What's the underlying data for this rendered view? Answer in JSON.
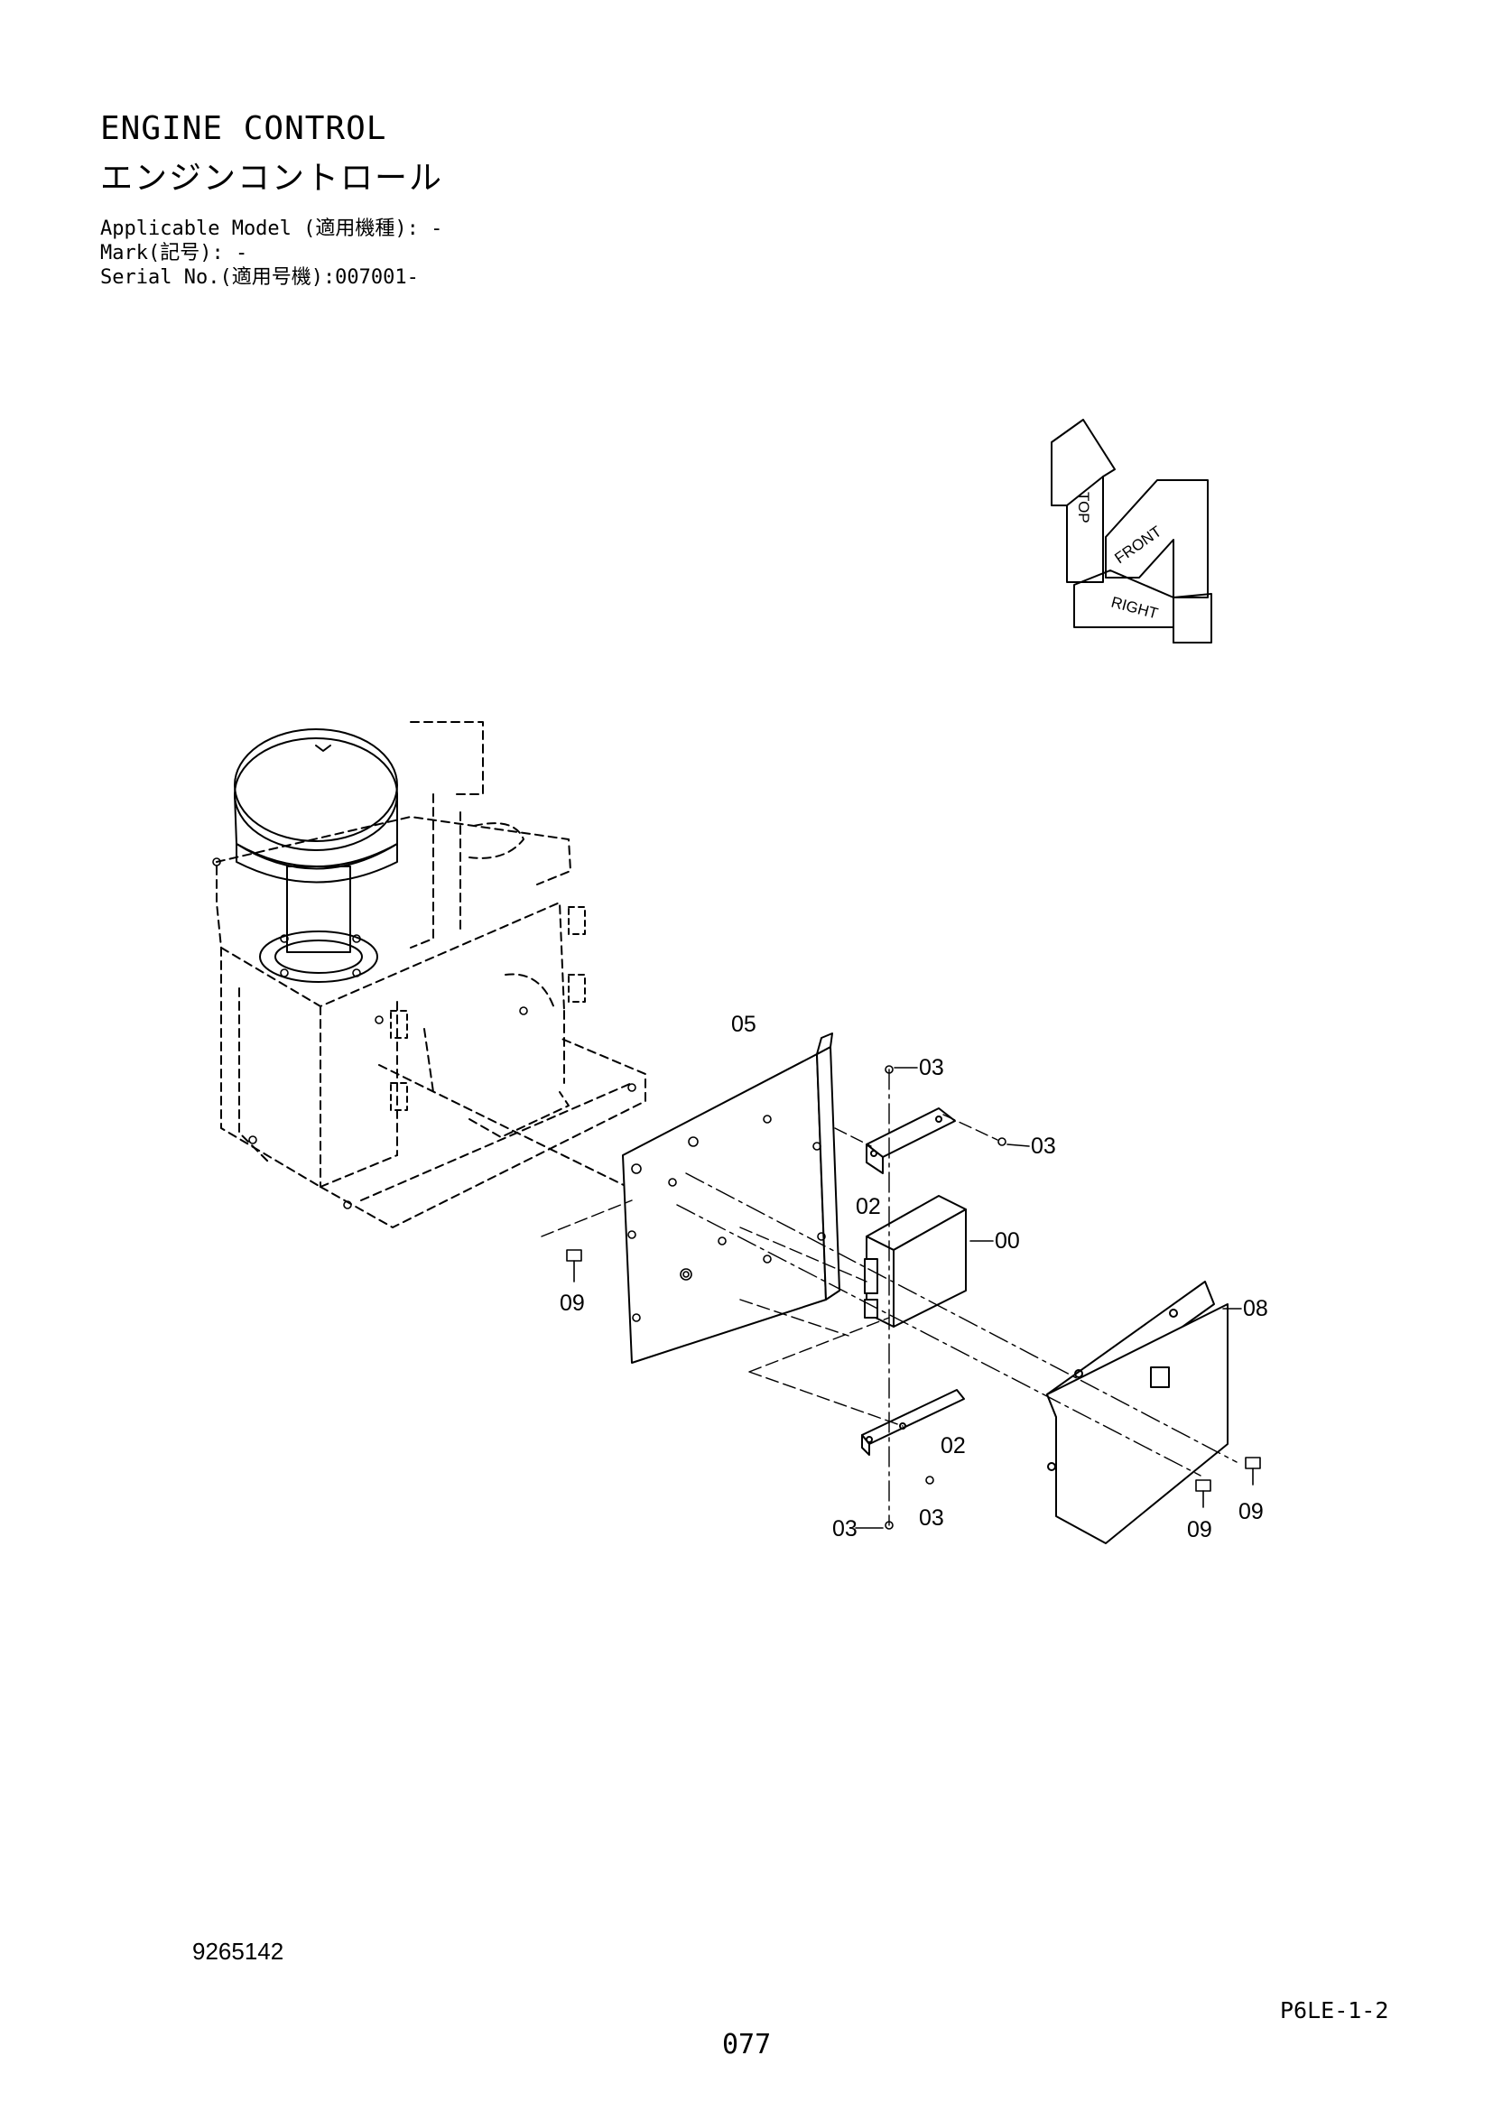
{
  "header": {
    "title": "ENGINE CONTROL",
    "title_jp": "エンジンコントロール",
    "applicable_model": "Applicable Model (適用機種): -",
    "mark": "Mark(記号): -",
    "serial_no": "Serial No.(適用号機):007001-"
  },
  "orientation": {
    "top": "TOP",
    "front": "FRONT",
    "right": "RIGHT"
  },
  "callouts": {
    "c05": "05",
    "c03_a": "03",
    "c03_b": "03",
    "c02_a": "02",
    "c00": "00",
    "c09_a": "09",
    "c08": "08",
    "c02_b": "02",
    "c03_c": "03",
    "c03_d": "03",
    "c09_b": "09",
    "c09_c": "09"
  },
  "footer": {
    "doc_number": "9265142",
    "page_code": "P6LE-1-2",
    "page_number": "077"
  }
}
